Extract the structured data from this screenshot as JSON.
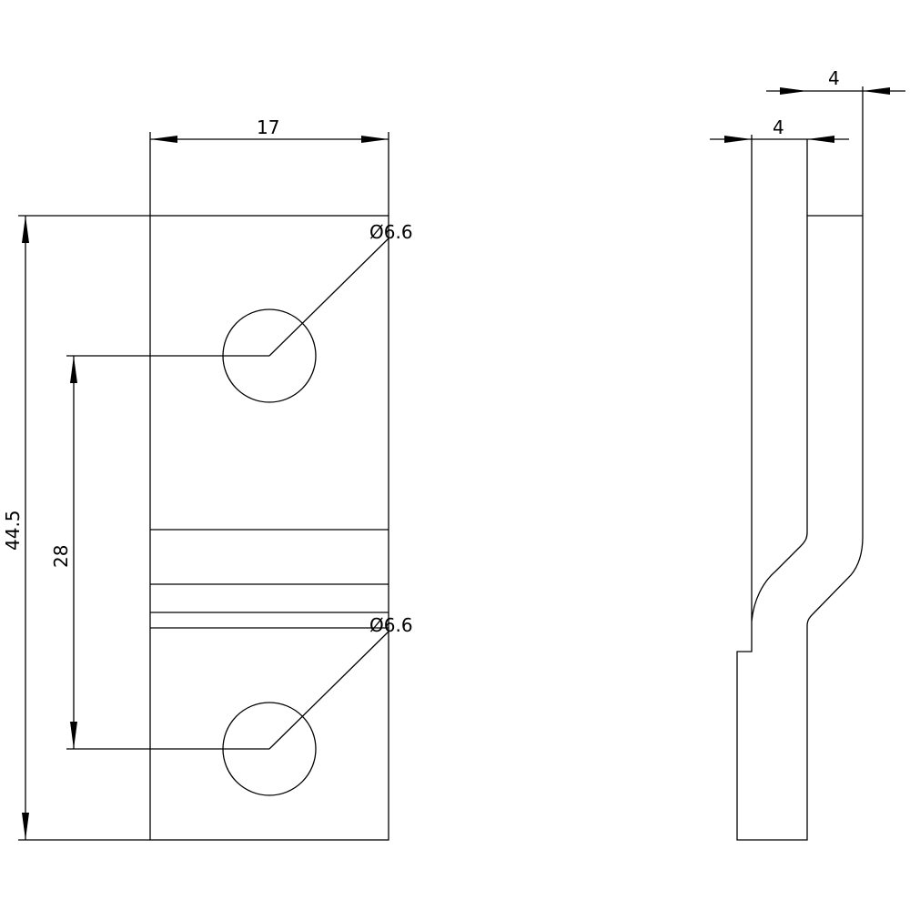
{
  "front_view": {
    "width_dim": "17",
    "height_dim": "44.5",
    "hole_spacing_dim": "28",
    "hole_top_dim": "Ø6.6",
    "hole_bottom_dim": "Ø6.6"
  },
  "side_view": {
    "thickness_top_dim": "4",
    "thickness_bottom_dim": "4"
  }
}
